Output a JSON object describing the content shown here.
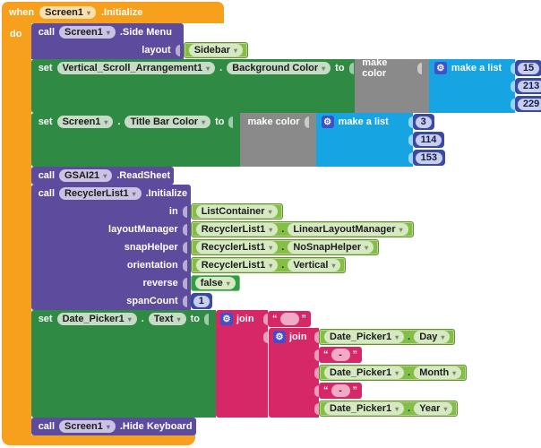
{
  "icons": {
    "gear": "⚙"
  },
  "punctuation": {
    "dot": "."
  },
  "when_block": {
    "keyword": "when",
    "component": "Screen1",
    "event": ".Initialize",
    "do_label": "do"
  },
  "side_menu": {
    "keyword": "call",
    "component": "Screen1",
    "method": ".Side Menu",
    "param_label": "layout",
    "arg": "Sidebar"
  },
  "set_vsa_background": {
    "keyword": "set",
    "component": "Vertical_Scroll_Arrangement1",
    "property": "Background Color",
    "to_label": "to",
    "make_color_label": "make color",
    "make_list_label": "make a list",
    "red": "15",
    "green": "213",
    "blue": "229"
  },
  "set_title_bar": {
    "keyword": "set",
    "component": "Screen1",
    "property": "Title Bar Color",
    "to_label": "to",
    "make_color_label": "make color",
    "make_list_label": "make a list",
    "red": "3",
    "green": "114",
    "blue": "153"
  },
  "read_sheet": {
    "keyword": "call",
    "component": "GSAI21",
    "method": ".ReadSheet"
  },
  "recycler_init": {
    "keyword": "call",
    "component": "RecyclerList1",
    "method": ".Initialize",
    "params": {
      "in": {
        "label": "in",
        "component": "ListContainer"
      },
      "layout_manager": {
        "label": "layoutManager",
        "component": "RecyclerList1",
        "property": "LinearLayoutManager"
      },
      "snap_helper": {
        "label": "snapHelper",
        "component": "RecyclerList1",
        "property": "NoSnapHelper"
      },
      "orientation": {
        "label": "orientation",
        "component": "RecyclerList1",
        "property": "Vertical"
      },
      "reverse": {
        "label": "reverse",
        "value": "false"
      },
      "span_count": {
        "label": "spanCount",
        "value": "1"
      }
    }
  },
  "set_date_text": {
    "keyword": "set",
    "component": "Date_Picker1",
    "property": "Text",
    "to_label": "to",
    "outer_join": {
      "label": "join",
      "arg1": ""
    },
    "inner_join": {
      "label": "join",
      "day": {
        "component": "Date_Picker1",
        "property": "Day"
      },
      "sep1": "-",
      "month": {
        "component": "Date_Picker1",
        "property": "Month"
      },
      "sep2": "-",
      "year": {
        "component": "Date_Picker1",
        "property": "Year"
      }
    }
  },
  "hide_keyboard": {
    "keyword": "call",
    "component": "Screen1",
    "method": ".Hide Keyboard"
  }
}
